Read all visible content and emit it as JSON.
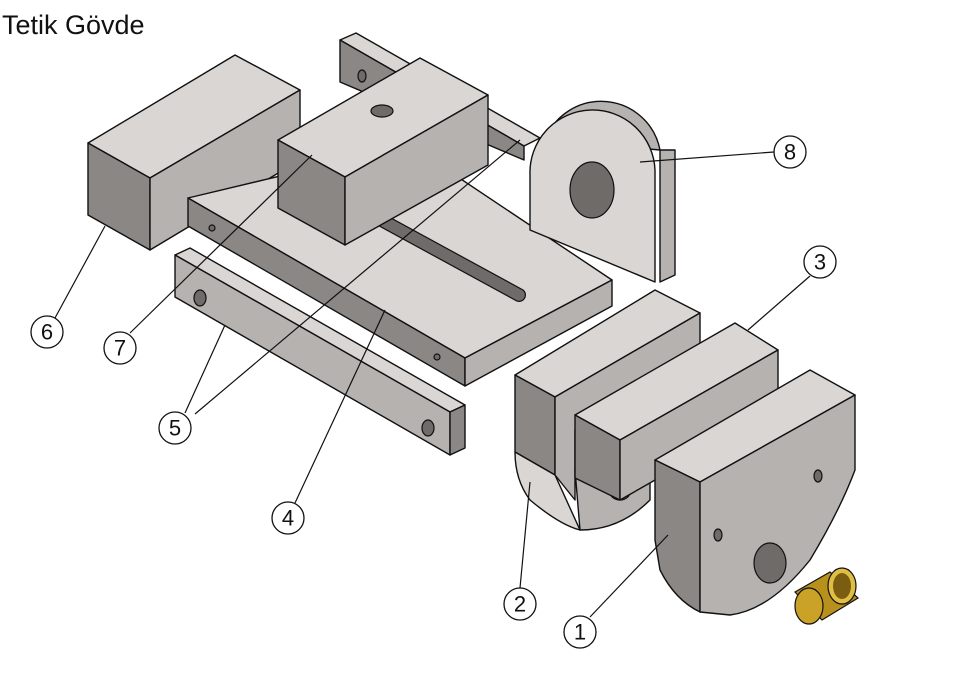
{
  "title": "Tetik Gövde",
  "balloons": [
    {
      "id": "1",
      "label": "1"
    },
    {
      "id": "2",
      "label": "2"
    },
    {
      "id": "3",
      "label": "3"
    },
    {
      "id": "4",
      "label": "4"
    },
    {
      "id": "5",
      "label": "5"
    },
    {
      "id": "6",
      "label": "6"
    },
    {
      "id": "7",
      "label": "7"
    },
    {
      "id": "8",
      "label": "8"
    }
  ],
  "colors": {
    "bushing": "#c9a227",
    "face_light": "#d9d6d3",
    "face_dark": "#8a8785"
  }
}
